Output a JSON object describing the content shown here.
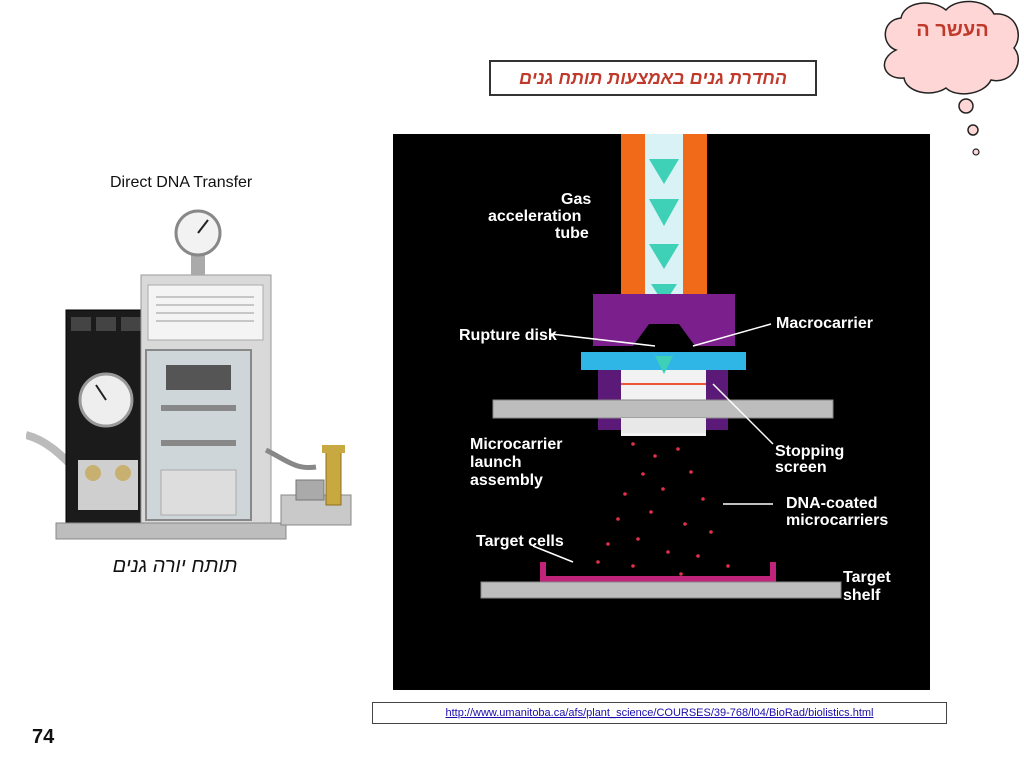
{
  "slide": {
    "title": "החדרת גנים באמצעות תותח גנים",
    "note": "העשר ה",
    "left_caption": "Direct DNA Transfer",
    "device_caption": "תותח יורה גנים",
    "url": "http://www.umanitoba.ca/afs/plant_science/COURSES/39-768/l04/BioRad/biolistics.html",
    "page_number": "74"
  },
  "diagram": {
    "labels": {
      "gas_tube_1": "Gas",
      "gas_tube_2": "acceleration",
      "gas_tube_3": "tube",
      "rupture_disk": "Rupture disk",
      "macrocarrier": "Macrocarrier",
      "launch_1": "Microcarrier",
      "launch_2": "launch",
      "launch_3": "assembly",
      "stopping_1": "Stopping",
      "stopping_2": "screen",
      "dna_1": "DNA-coated",
      "dna_2": "microcarriers",
      "target_cells": "Target cells",
      "target_shelf_1": "Target",
      "target_shelf_2": "shelf"
    }
  },
  "colors": {
    "accent_red": "#c0392b",
    "tube_orange": "#f06a1a",
    "purple": "#7a1f8c",
    "cyan": "#2fb6e6",
    "arrow_teal": "#3fd0b8"
  },
  "icons": [
    "thought-cloud-icon",
    "gene-gun-device-image",
    "biolistic-diagram-image"
  ]
}
